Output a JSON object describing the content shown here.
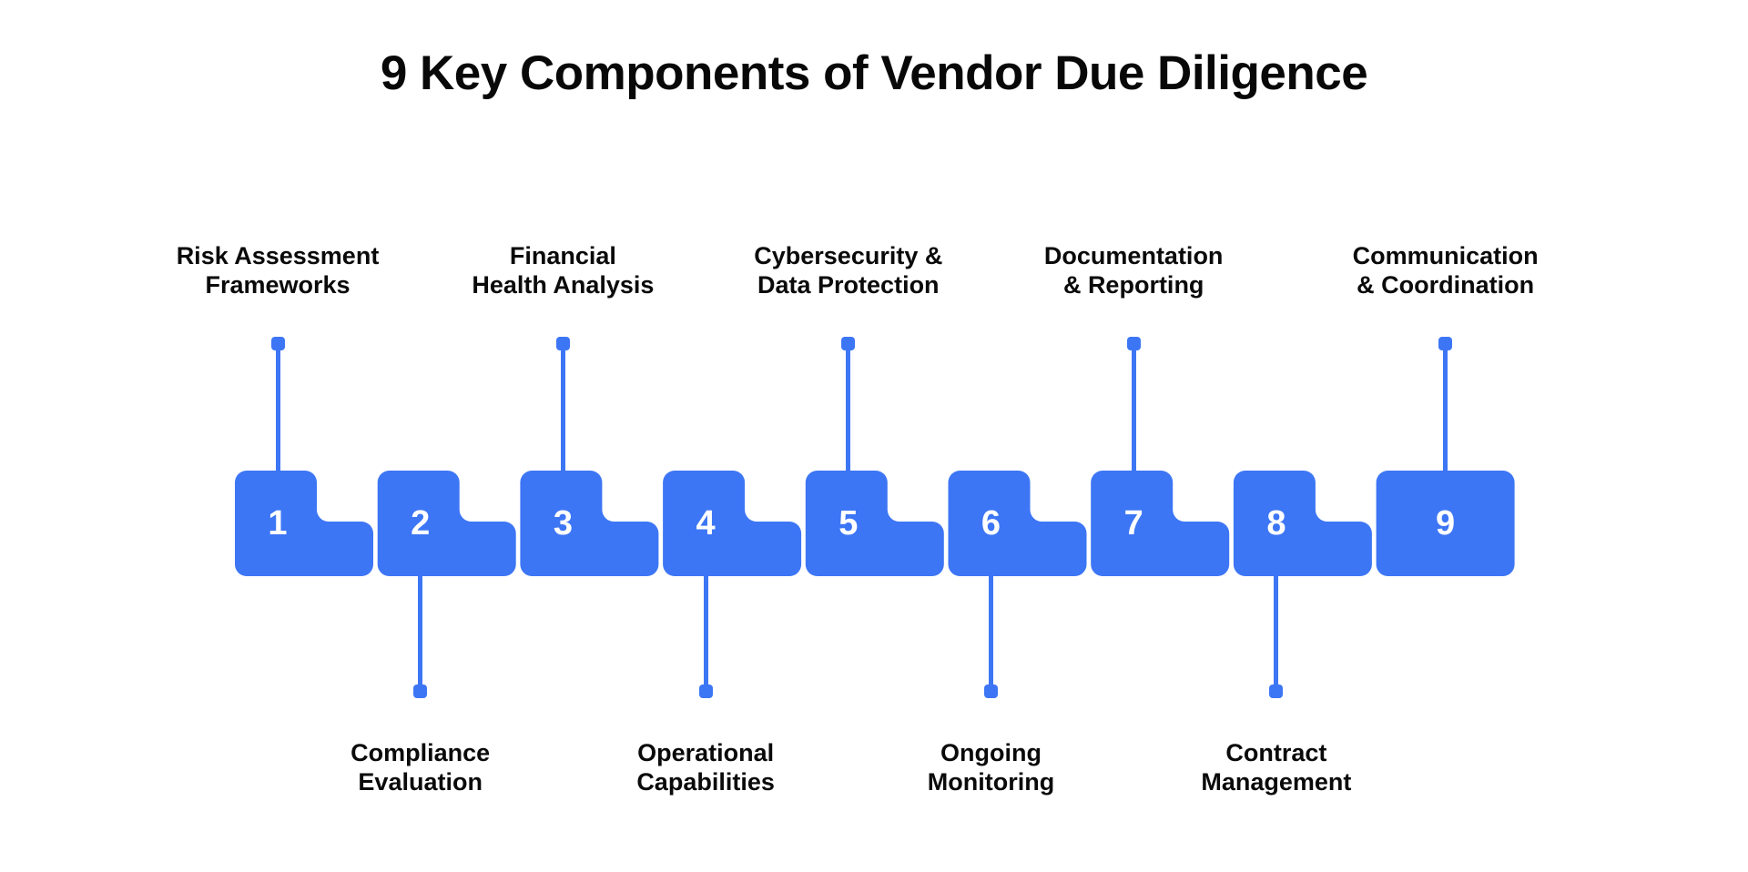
{
  "title": "9 Key Components of Vendor Due Diligence",
  "theme": {
    "accent": "#3d76f5",
    "tile_fill": "#3d76f5",
    "number_color": "#ffffff",
    "text_color": "#0a0a0a",
    "background": "#ffffff"
  },
  "chart_data": {
    "type": "diagram",
    "title": "9 Key Components of Vendor Due Diligence",
    "categories": [
      "Risk Assessment Frameworks",
      "Compliance Evaluation",
      "Financial Health Analysis",
      "Operational Capabilities",
      "Cybersecurity & Data Protection",
      "Ongoing Monitoring",
      "Documentation & Reporting",
      "Contract Management",
      "Communication & Coordination"
    ],
    "values": [
      1,
      2,
      3,
      4,
      5,
      6,
      7,
      8,
      9
    ],
    "legend": [],
    "xlabel": "",
    "ylabel": ""
  },
  "steps": [
    {
      "number": "1",
      "side": "top",
      "line1": "Risk Assessment",
      "line2": "Frameworks"
    },
    {
      "number": "2",
      "side": "bottom",
      "line1": "Compliance",
      "line2": "Evaluation"
    },
    {
      "number": "3",
      "side": "top",
      "line1": "Financial",
      "line2": "Health Analysis"
    },
    {
      "number": "4",
      "side": "bottom",
      "line1": "Operational",
      "line2": "Capabilities"
    },
    {
      "number": "5",
      "side": "top",
      "line1": "Cybersecurity &",
      "line2": "Data Protection"
    },
    {
      "number": "6",
      "side": "bottom",
      "line1": "Ongoing",
      "line2": "Monitoring"
    },
    {
      "number": "7",
      "side": "top",
      "line1": "Documentation",
      "line2": "& Reporting"
    },
    {
      "number": "8",
      "side": "bottom",
      "line1": "Contract",
      "line2": "Management"
    },
    {
      "number": "9",
      "side": "top",
      "line1": "Communication",
      "line2": "& Coordination"
    }
  ]
}
